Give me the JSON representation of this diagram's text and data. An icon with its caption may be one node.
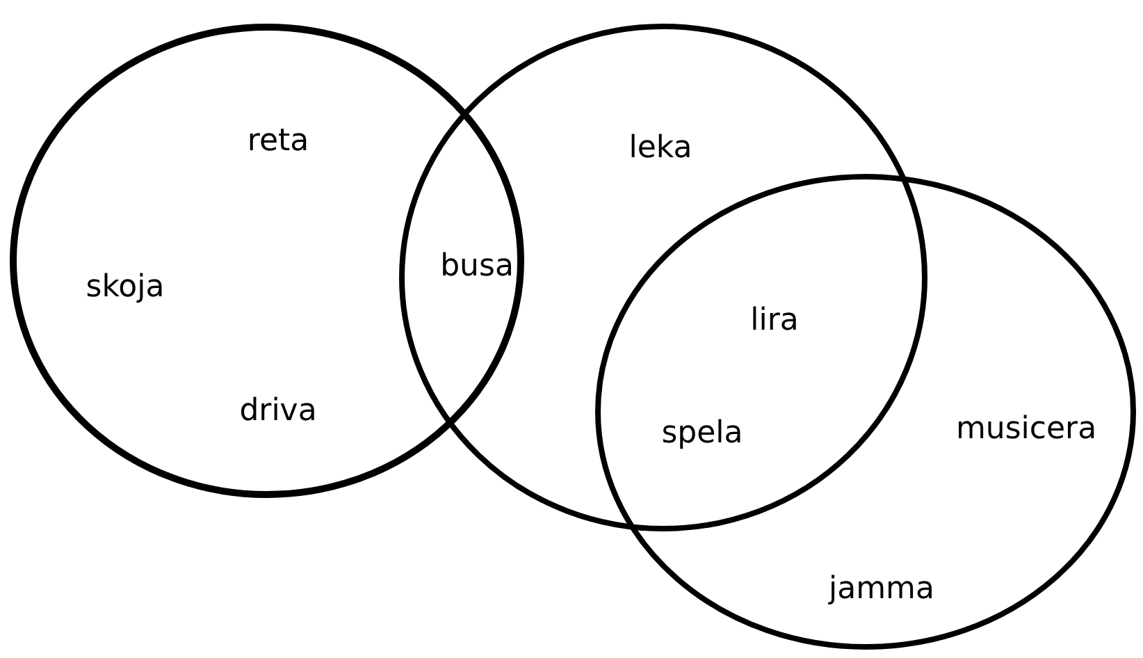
{
  "diagram": {
    "nodes": [
      {
        "text": [
          "reta",
          "skoja",
          "driva"
        ]
      },
      {
        "text": [
          "leka"
        ]
      },
      {
        "text": [
          "musicera",
          "jamma"
        ]
      }
    ],
    "labels": [
      "busa",
      "lira",
      "spela"
    ]
  }
}
